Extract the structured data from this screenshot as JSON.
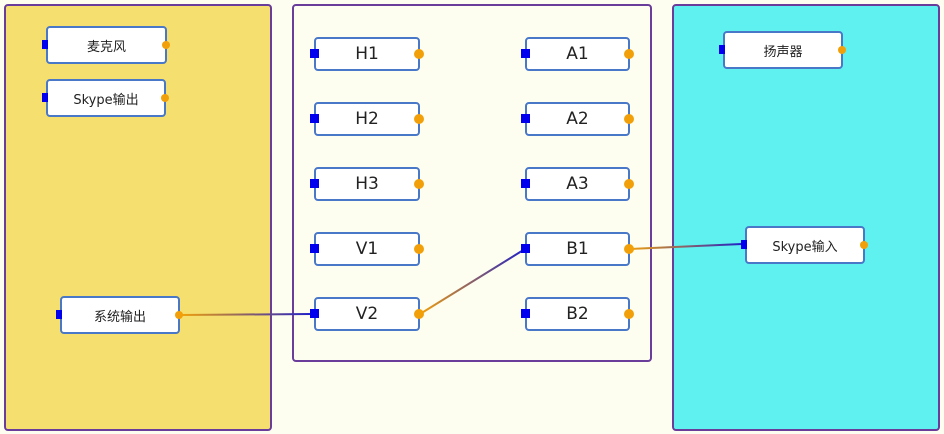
{
  "panels": {
    "inputs": {
      "color": "#f5df6e"
    },
    "mixer": {
      "color": "#fefef0"
    },
    "outputs": {
      "color": "#5ff1f0"
    }
  },
  "inputs": {
    "mic": "麦克风",
    "skype_out": "Skype输出",
    "system_out": "系统输出"
  },
  "mixer": {
    "h1": "H1",
    "h2": "H2",
    "h3": "H3",
    "v1": "V1",
    "v2": "V2",
    "a1": "A1",
    "a2": "A2",
    "a3": "A3",
    "b1": "B1",
    "b2": "B2"
  },
  "outputs": {
    "speaker": "扬声器",
    "skype_in": "Skype输入"
  },
  "connections": [
    {
      "from": "system_out",
      "to": "v2"
    },
    {
      "from": "v2",
      "to": "b1"
    },
    {
      "from": "b1",
      "to": "skype_in"
    }
  ],
  "colors": {
    "port_in": "#0000ee",
    "port_out": "#f2a00a",
    "node_border": "#4a78c8",
    "panel_border": "#6a3d9a"
  }
}
